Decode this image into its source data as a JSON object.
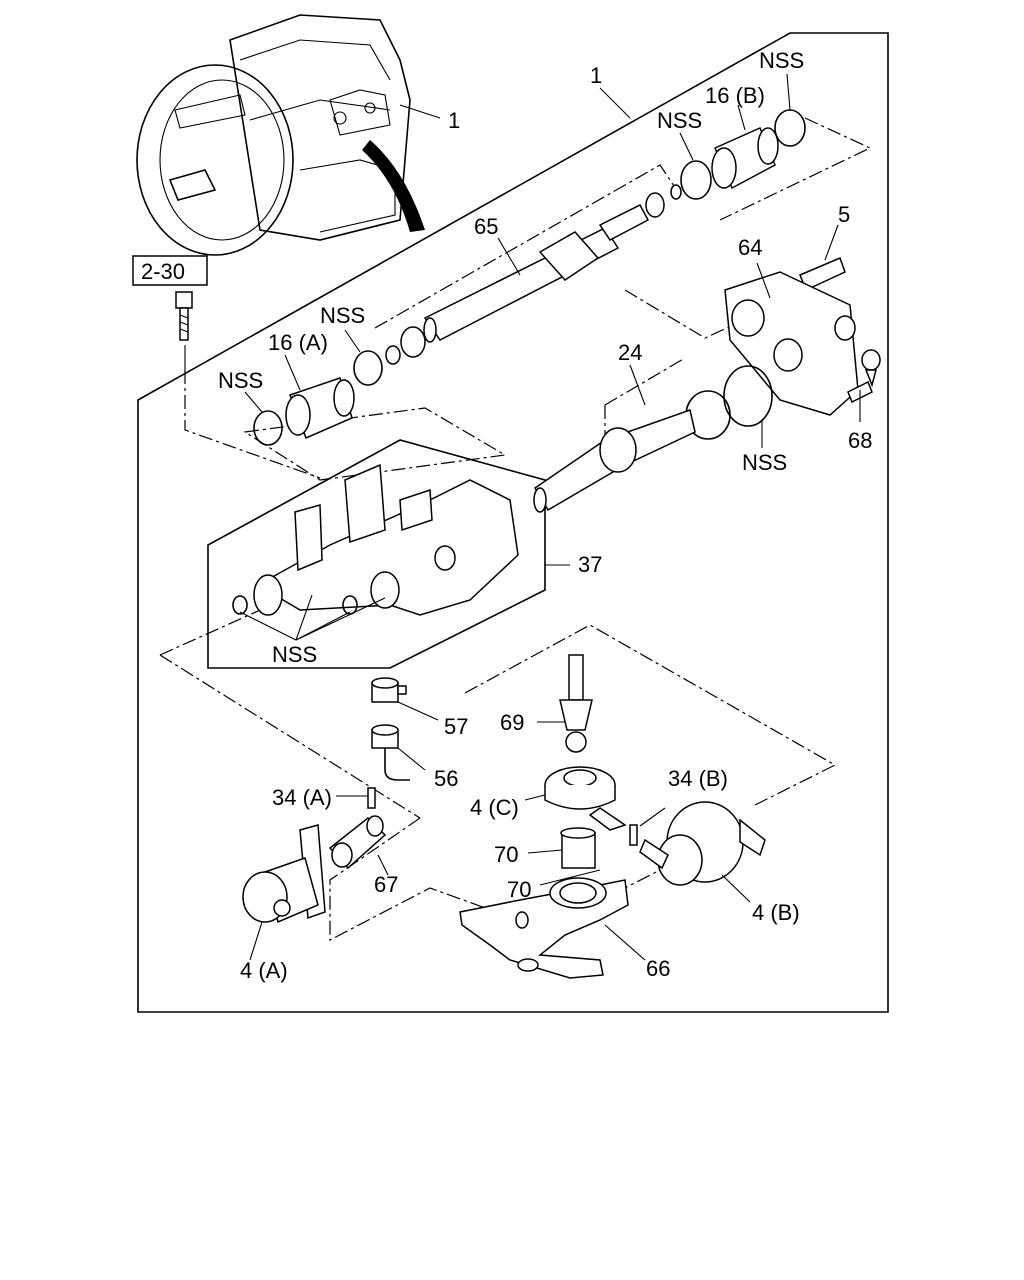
{
  "ref_box": "2-30",
  "labels": {
    "assembly": "1",
    "transmission_ref": "1",
    "nss_ring_top_right": "NSS",
    "nss_ring_top_mid": "NSS",
    "bushing_b": "16 (B)",
    "plug_5": "5",
    "shaft_65": "65",
    "cover_64": "64",
    "nss_ring_left": "NSS",
    "bushing_a": "16 (A)",
    "nss_ring_far_left": "NSS",
    "shaft_24": "24",
    "nss_ring_right": "NSS",
    "bolt_68": "68",
    "housing_37": "37",
    "nss_housing": "NSS",
    "cap_57": "57",
    "cap_56": "56",
    "stud_69": "69",
    "pin_34a": "34 (A)",
    "pin_34b": "34 (B)",
    "lever_4c": "4 (C)",
    "bush_70a": "70",
    "bush_70b": "70",
    "link_67": "67",
    "lever_4b": "4 (B)",
    "lever_4a": "4 (A)",
    "shaft_66": "66"
  }
}
